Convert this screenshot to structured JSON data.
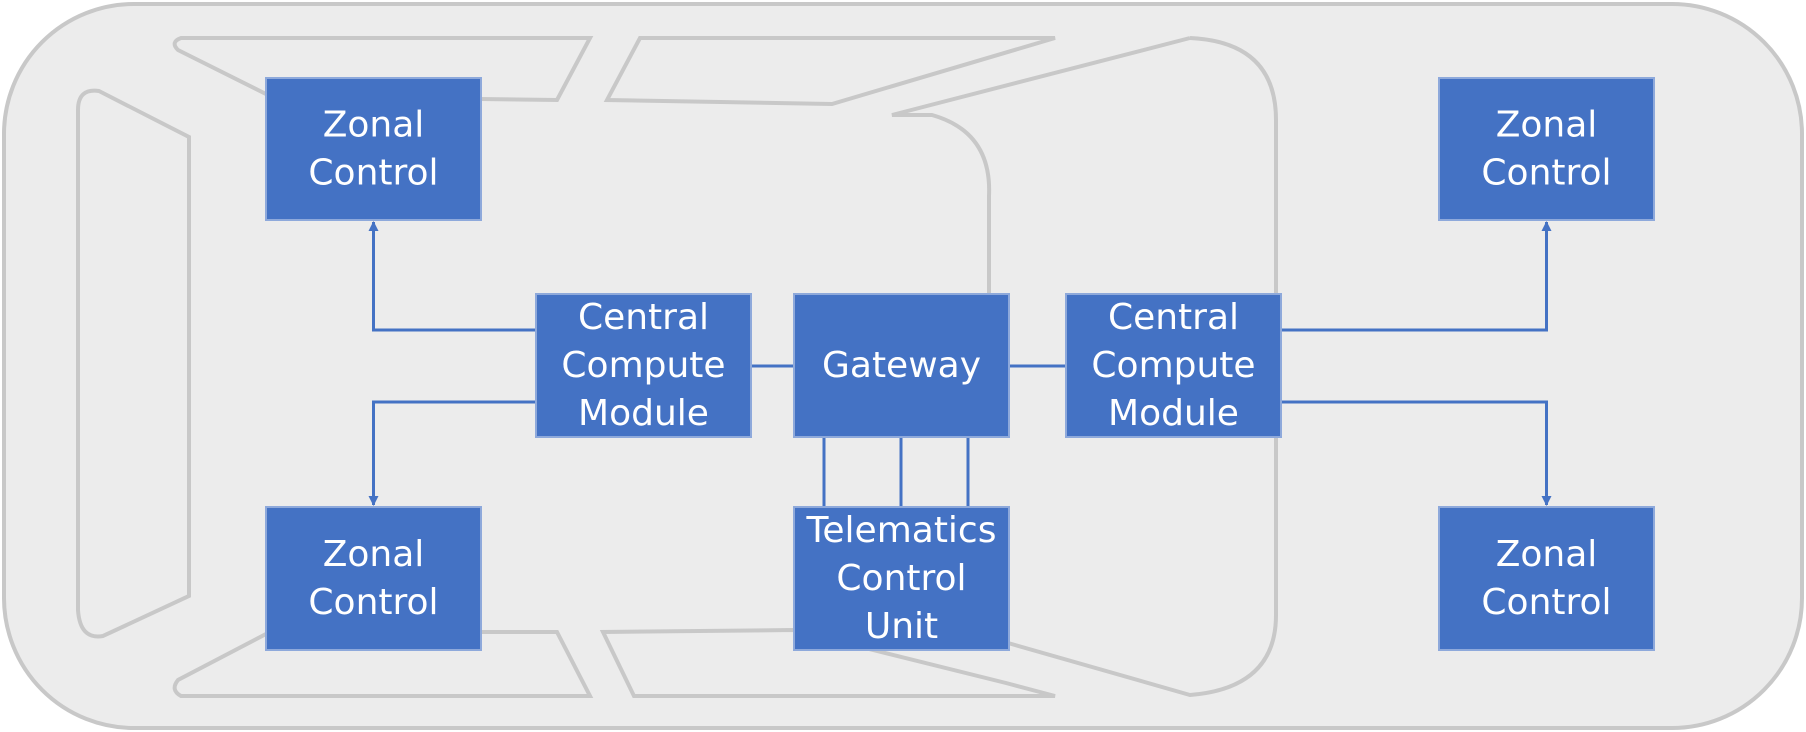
{
  "colors": {
    "car_body_fill": "#ececec",
    "car_outline": "#c8c8c8",
    "box_fill": "#4472c4",
    "box_stroke": "#8ea9db",
    "connector": "#4472c4",
    "label": "#ffffff"
  },
  "nodes": {
    "zonal_top_left": {
      "lines": [
        "Zonal",
        "Control"
      ]
    },
    "zonal_bottom_left": {
      "lines": [
        "Zonal",
        "Control"
      ]
    },
    "zonal_top_right": {
      "lines": [
        "Zonal",
        "Control"
      ]
    },
    "zonal_bottom_right": {
      "lines": [
        "Zonal",
        "Control"
      ]
    },
    "central_left": {
      "lines": [
        "Central",
        "Compute",
        "Module"
      ]
    },
    "gateway": {
      "lines": [
        "Gateway"
      ]
    },
    "central_right": {
      "lines": [
        "Central",
        "Compute",
        "Module"
      ]
    },
    "telematics": {
      "lines": [
        "Telematics",
        "Control",
        "Unit"
      ]
    }
  },
  "edges": [
    {
      "from": "central_left",
      "to": "zonal_top_left",
      "arrow": true
    },
    {
      "from": "central_left",
      "to": "zonal_bottom_left",
      "arrow": true
    },
    {
      "from": "central_left",
      "to": "gateway",
      "arrow": false
    },
    {
      "from": "gateway",
      "to": "central_right",
      "arrow": false
    },
    {
      "from": "central_right",
      "to": "zonal_top_right",
      "arrow": true
    },
    {
      "from": "central_right",
      "to": "zonal_bottom_right",
      "arrow": true
    },
    {
      "from": "gateway",
      "to": "telematics",
      "arrow": false,
      "count": 3
    }
  ]
}
